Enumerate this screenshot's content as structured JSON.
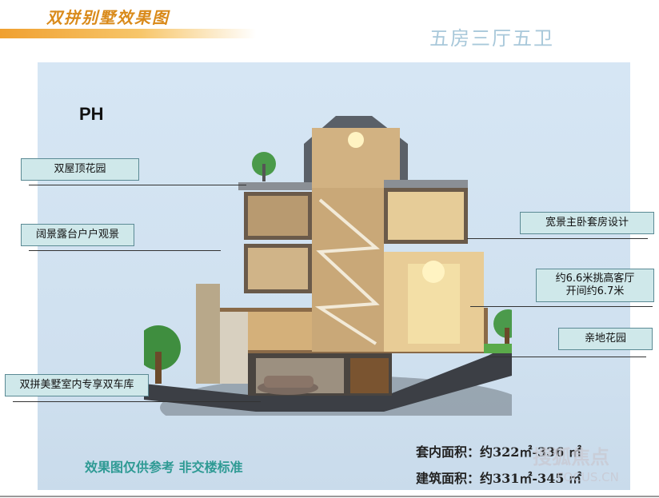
{
  "header": {
    "title": "双拼别墅效果图",
    "subtitle": "五房三厅五卫"
  },
  "plan": {
    "label": "PH"
  },
  "callouts": [
    {
      "text": "双屋顶花园"
    },
    {
      "text": "阔景露台户户观景"
    },
    {
      "text": "双拼美墅室内专享双车库"
    },
    {
      "text": "宽景主卧套房设计"
    },
    {
      "text": "约6.6米挑高客厅\n开间约6.7米"
    },
    {
      "text": "亲地花园"
    }
  ],
  "footer": {
    "disclaimer": "效果图仅供参考 非交楼标准",
    "inner_area": "套内面积：约322㎡-336 ㎡",
    "building_area": "建筑面积：约331㎡-345 ㎡"
  },
  "watermark": {
    "text": "搜狐焦点",
    "url": "FOCUS.CN"
  },
  "colors": {
    "title": "#d98a1a",
    "subtitle": "#a8c8da",
    "panel": "#d6e6f4",
    "label_bg": "#cfe8ea",
    "disclaimer": "#2e9a94"
  }
}
